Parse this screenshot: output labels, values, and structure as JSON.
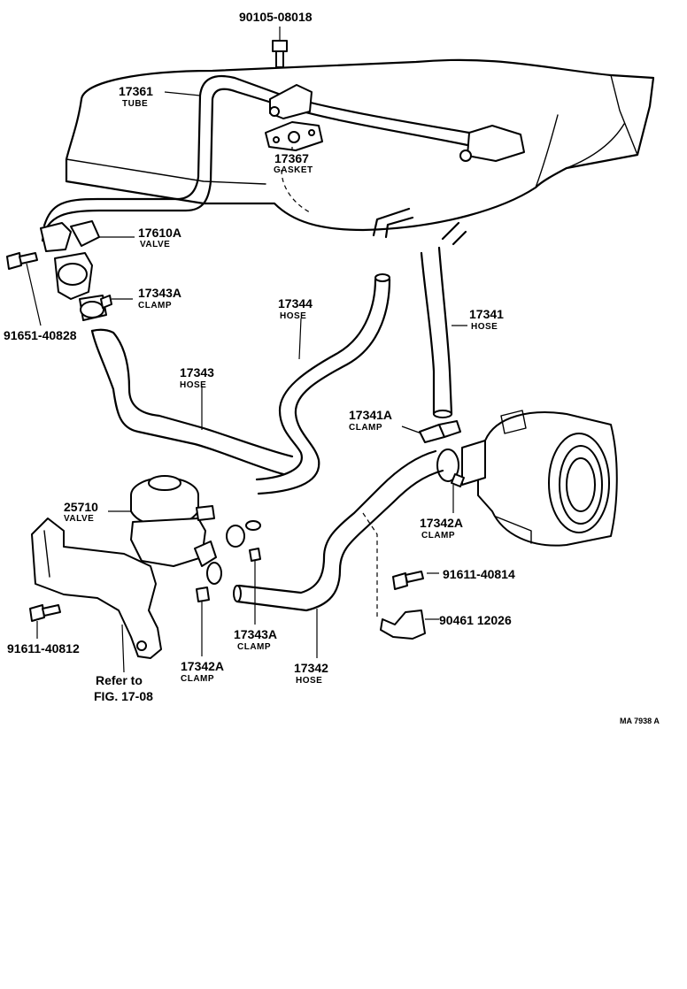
{
  "figure_code": "MA 7938 A",
  "reference": {
    "line1": "Refer to",
    "line2": "FIG. 17-08"
  },
  "callouts": [
    {
      "id": "bolt-top",
      "part_number": "90105-08018",
      "name": ""
    },
    {
      "id": "tube",
      "part_number": "17361",
      "name": "TUBE"
    },
    {
      "id": "gasket",
      "part_number": "17367",
      "name": "GASKET"
    },
    {
      "id": "valve-top",
      "part_number": "17610A",
      "name": "VALVE"
    },
    {
      "id": "bolt-left",
      "part_number": "91651-40828",
      "name": ""
    },
    {
      "id": "clamp-17343A-top",
      "part_number": "17343A",
      "name": "CLAMP"
    },
    {
      "id": "hose-17344",
      "part_number": "17344",
      "name": "HOSE"
    },
    {
      "id": "hose-17341",
      "part_number": "17341",
      "name": "HOSE"
    },
    {
      "id": "hose-17343",
      "part_number": "17343",
      "name": "HOSE"
    },
    {
      "id": "clamp-17341A",
      "part_number": "17341A",
      "name": "CLAMP"
    },
    {
      "id": "valve-25710",
      "part_number": "25710",
      "name": "VALVE"
    },
    {
      "id": "clamp-17342A-right",
      "part_number": "17342A",
      "name": "CLAMP"
    },
    {
      "id": "bolt-right",
      "part_number": "91611-40814",
      "name": ""
    },
    {
      "id": "bracket-clip",
      "part_number": "90461 12026",
      "name": ""
    },
    {
      "id": "bolt-bottom-left",
      "part_number": "91611-40812",
      "name": ""
    },
    {
      "id": "clamp-17343A-bottom",
      "part_number": "17343A",
      "name": "CLAMP"
    },
    {
      "id": "clamp-17342A-bottom",
      "part_number": "17342A",
      "name": "CLAMP"
    },
    {
      "id": "hose-17342",
      "part_number": "17342",
      "name": "HOSE"
    }
  ]
}
